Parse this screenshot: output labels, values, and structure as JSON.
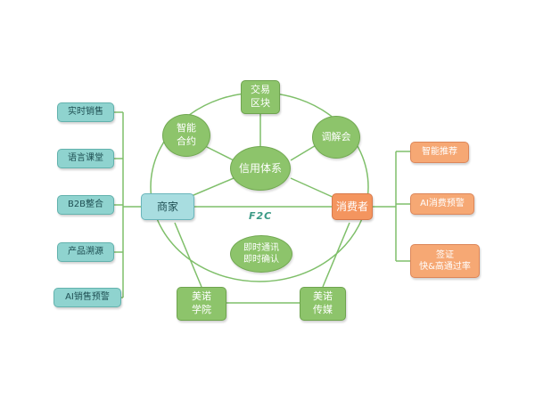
{
  "diagram": {
    "hub_merchant": "商家",
    "hub_consumer": "消费者",
    "edge_label": "F2C",
    "center": "信用体系",
    "trade_block": [
      "交易",
      "区块"
    ],
    "smart_contract": [
      "智能",
      "合约"
    ],
    "mediation": "调解会",
    "im": [
      "即时通讯",
      "即时确认"
    ],
    "academy": [
      "美诺",
      "学院"
    ],
    "media": [
      "美诺",
      "传媒"
    ],
    "left_items": [
      "实时销售",
      "语言课堂",
      "B2B整合",
      "产品溯源",
      "AI销售预警"
    ],
    "right_items": {
      "recommend": "智能推荐",
      "ai_warning": "AI消费预警",
      "visa": [
        "签证",
        "快&高通过率"
      ]
    }
  },
  "colors": {
    "line": "#7fbf6a",
    "teal": "#8fd3cf",
    "orange": "#f6a874",
    "green": "#8dc46b"
  }
}
